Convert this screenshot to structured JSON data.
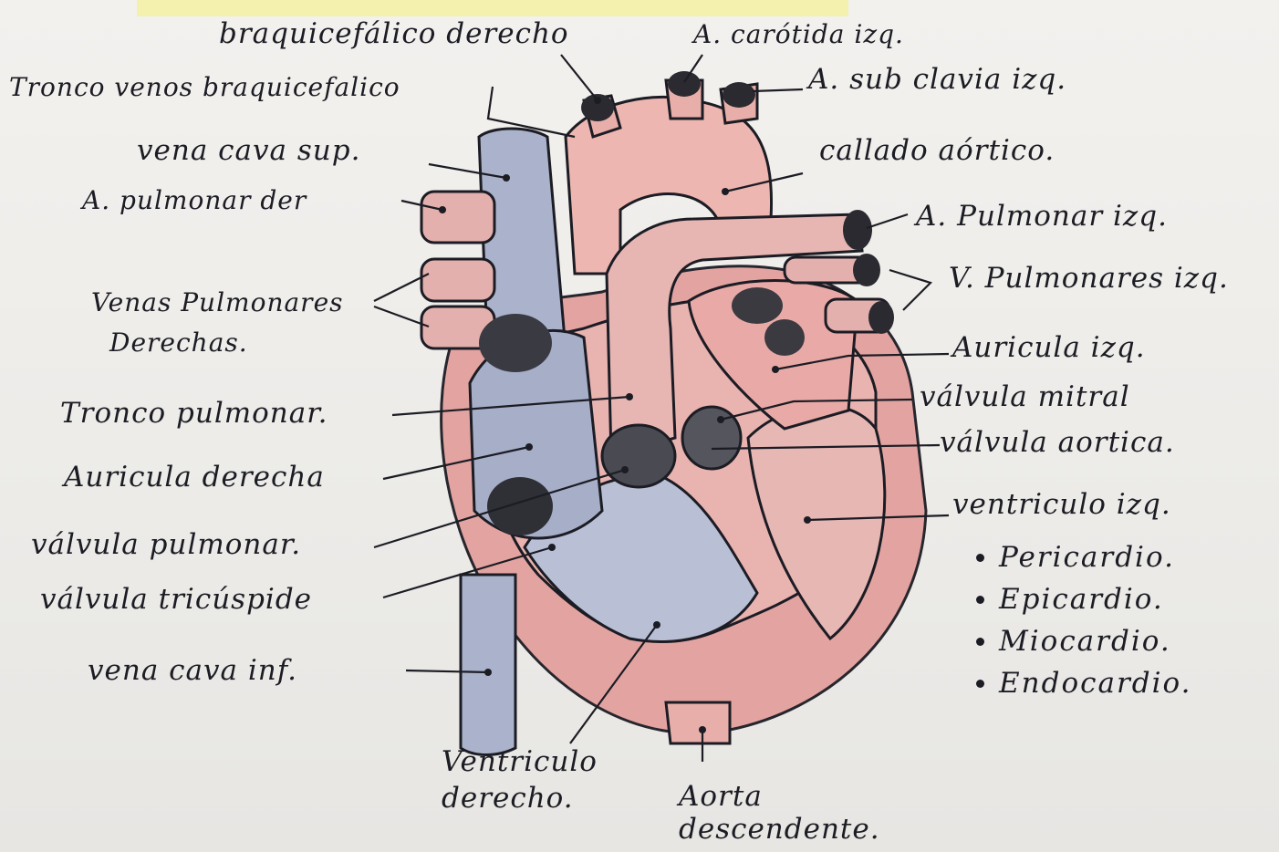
{
  "title_fragment": "fisiologia cardiaca",
  "labels": {
    "braquicefalico_derecho": "braquicefálico derecho",
    "tronco_venoso": "Tronco venos braquicefalico",
    "vena_cava_sup": "vena cava sup.",
    "a_pulmonar_der": "A. pulmonar der",
    "venas_pulmonares_der_1": "Venas Pulmonares",
    "venas_pulmonares_der_2": "Derechas.",
    "tronco_pulmonar": "Tronco pulmonar.",
    "auricula_derecha": "Auricula derecha",
    "valvula_pulmonar": "válvula pulmonar.",
    "valvula_tricuspide": "válvula tricúspide",
    "vena_cava_inf": "vena cava inf.",
    "ventriculo_derecho_1": "Ventriculo",
    "ventriculo_derecho_2": "derecho.",
    "aorta_descendente_1": "Aorta",
    "aorta_descendente_2": "descendente.",
    "a_carotida": "A. carótida izq.",
    "a_subclavia": "A. sub clavia izq.",
    "cayado_aortico": "callado aórtico.",
    "a_pulmonar_izq": "A. Pulmonar izq.",
    "v_pulmonares_izq": "V. Pulmonares izq.",
    "auricula_izq": "Auricula izq.",
    "valvula_mitral": "válvula mitral",
    "valvula_aortica": "válvula aortica.",
    "ventriculo_izq": "ventriculo izq."
  },
  "layers": [
    "Pericardio.",
    "Epicardio.",
    "Miocardio.",
    "Endocardio."
  ],
  "colors": {
    "paper": "#efedea",
    "ink": "#1c1c24",
    "heart_pink": "#e6a3a0",
    "artery_pink": "#e8b2ad",
    "vein_blue": "#a9b3cd",
    "highlighter": "#f4ee7a"
  }
}
